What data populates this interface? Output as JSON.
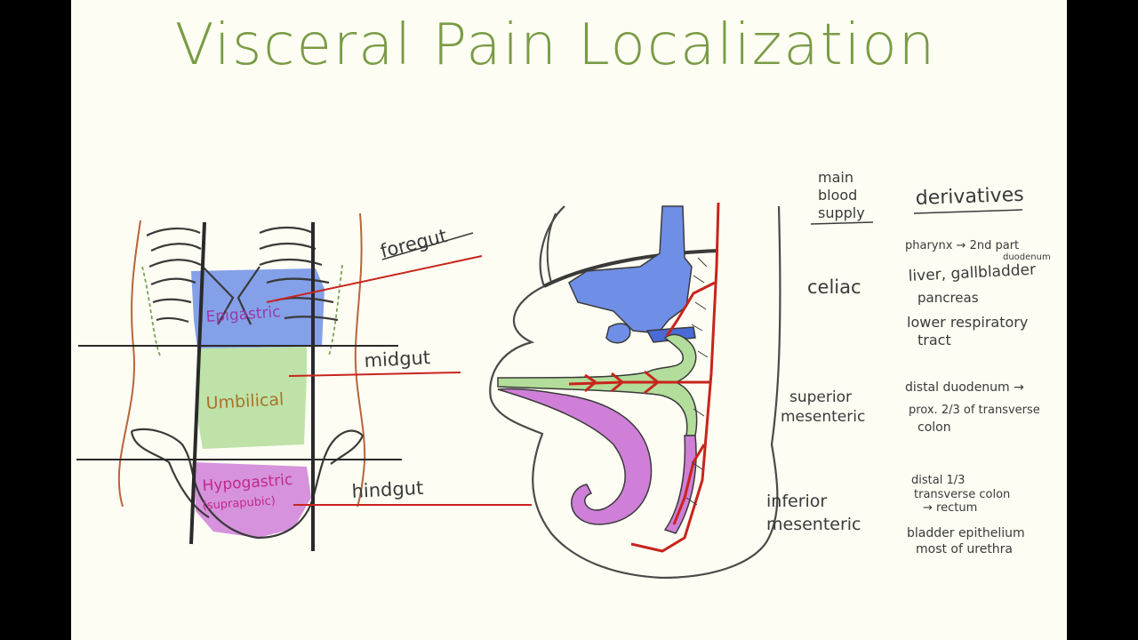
{
  "title": "Visceral Pain Localization",
  "colors": {
    "background": "#fdfdf3",
    "title": "#7a9b45",
    "outline": "#3a3a3a",
    "artery": "#c8241c",
    "foregut": "#6f8fe6",
    "midgut": "#b3dd9a",
    "hindgut": "#cf7fd8",
    "region_text": "#9a3aa8"
  },
  "regions": {
    "epigastric": "Epigastric",
    "umbilical": "Umbilical",
    "hypogastric": "Hypogastric",
    "suprapubic": "(suprapubic)"
  },
  "gut_labels": {
    "foregut": "foregut",
    "midgut": "midgut",
    "hindgut": "hindgut"
  },
  "table": {
    "header_supply_lines": [
      "main",
      "blood",
      "supply"
    ],
    "header_derivatives": "derivatives",
    "rows": [
      {
        "supply_lines": [
          "celiac"
        ],
        "derivative_lines": [
          "pharynx → 2nd part",
          "duodenum",
          "liver, gallbladder",
          "pancreas",
          "lower respiratory",
          "tract"
        ]
      },
      {
        "supply_lines": [
          "superior",
          "mesenteric"
        ],
        "derivative_lines": [
          "distal duodenum →",
          "prox. 2/3 of transverse",
          "colon"
        ]
      },
      {
        "supply_lines": [
          "inferior",
          "mesenteric"
        ],
        "derivative_lines": [
          "distal 1/3",
          "transverse colon",
          "→ rectum",
          "bladder epithelium",
          "most of urethra"
        ]
      }
    ]
  }
}
